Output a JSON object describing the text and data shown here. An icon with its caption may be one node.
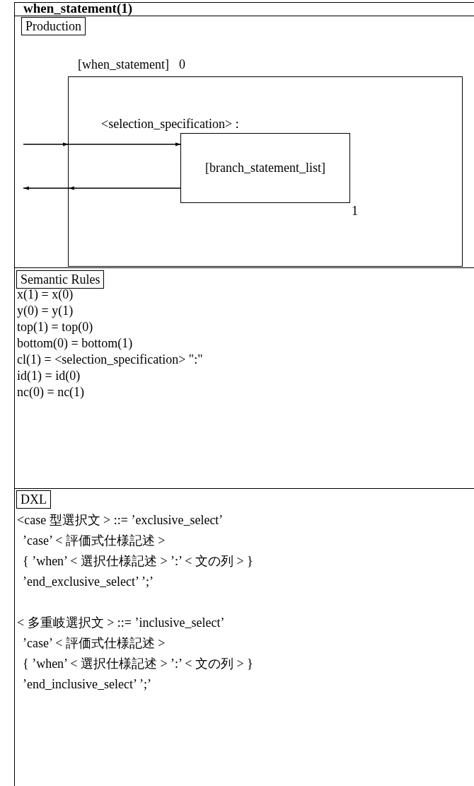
{
  "diagram": {
    "title": "when_statement(1)",
    "nodes": [
      {
        "text": [
          "Production"
        ]
      },
      {
        "text": [
          "[when_statement]"
        ],
        "beside": [
          "0"
        ]
      },
      {
        "text": [
          "[branch_statement_list]"
        ],
        "in": 1,
        "beside": [
          "1"
        ]
      },
      {
        "text": [
          "Semantic Rules"
        ]
      },
      {
        "text": [
          "DXL"
        ]
      }
    ],
    "edges": [
      {
        "from": null,
        "to": 1,
        "arrow": "to"
      },
      {
        "from": 1,
        "to": 2,
        "arrow": "to",
        "label": "<selection_specification> :"
      },
      {
        "from": 2,
        "to": 1,
        "arrow": "to"
      },
      {
        "from": 1,
        "to": null,
        "arrow": "to"
      }
    ],
    "labels": [
      "x(1) = x(0)",
      "y(0) = y(1)",
      "top(1) = top(0)",
      "bottom(0) = bottom(1)",
      "cl(1) = <selection_specification>  \":\"",
      "id(1) = id(0)",
      "nc(0) = nc(1)",
      "<case 型選択文 >  ::= ’exclusive_select’",
      "’case’  < 評価式仕様記述 >",
      "{ ’when’  < 選択仕様記述 >  ’:’ < 文の列 >  }",
      "’end_exclusive_select’  ’;’",
      "< 多重岐選択文 >  ::= ’inclusive_select’",
      "’case’  < 評価式仕様記述 >",
      "{ ’when’  < 選択仕様記述 >  ’:’ < 文の列 >  }",
      "’end_inclusive_select’  ’;’"
    ]
  }
}
